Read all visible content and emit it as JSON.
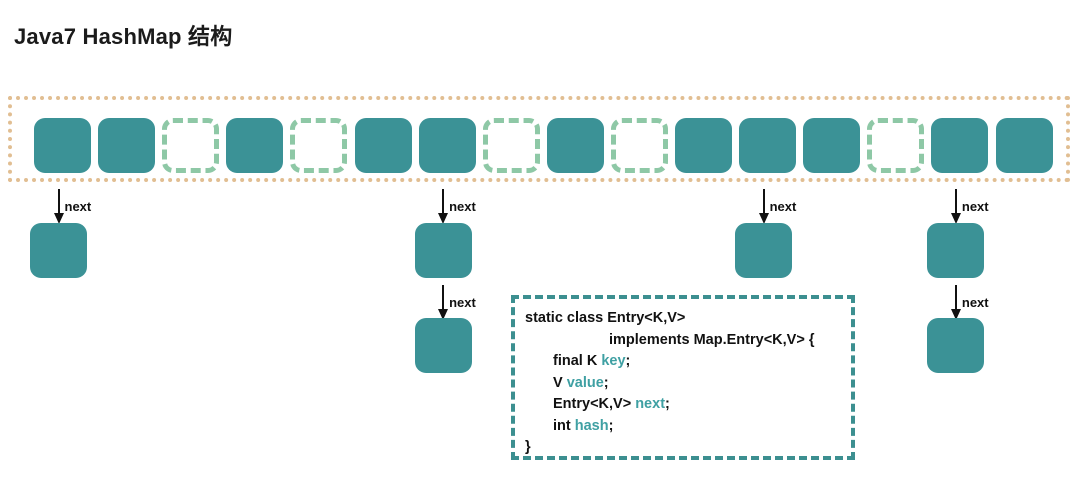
{
  "page": {
    "title": "Java7 HashMap 结构",
    "background": "#ffffff"
  },
  "colors": {
    "node_fill": "#3b9296",
    "empty_slot_border": "#8ec8a6",
    "array_border": "#e1be92",
    "code_border": "#3c8f90",
    "code_identifier": "#3fa0a3",
    "text": "#111111"
  },
  "array": {
    "label": "bucket-array",
    "slot_count": 16,
    "slots": [
      {
        "index": 0,
        "state": "filled"
      },
      {
        "index": 1,
        "state": "filled"
      },
      {
        "index": 2,
        "state": "empty"
      },
      {
        "index": 3,
        "state": "filled"
      },
      {
        "index": 4,
        "state": "empty"
      },
      {
        "index": 5,
        "state": "filled"
      },
      {
        "index": 6,
        "state": "filled"
      },
      {
        "index": 7,
        "state": "empty"
      },
      {
        "index": 8,
        "state": "filled"
      },
      {
        "index": 9,
        "state": "empty"
      },
      {
        "index": 10,
        "state": "filled"
      },
      {
        "index": 11,
        "state": "filled"
      },
      {
        "index": 12,
        "state": "filled"
      },
      {
        "index": 13,
        "state": "empty"
      },
      {
        "index": 14,
        "state": "filled"
      },
      {
        "index": 15,
        "state": "filled"
      }
    ]
  },
  "chains": [
    {
      "slot_index": 0,
      "node_count": 1,
      "arrow_labels": [
        "next"
      ]
    },
    {
      "slot_index": 6,
      "node_count": 2,
      "arrow_labels": [
        "next",
        "next"
      ]
    },
    {
      "slot_index": 11,
      "node_count": 1,
      "arrow_labels": [
        "next"
      ]
    },
    {
      "slot_index": 14,
      "node_count": 2,
      "arrow_labels": [
        "next",
        "next"
      ]
    }
  ],
  "arrow_label": "next",
  "code": {
    "lines": [
      {
        "indent": 0,
        "parts": [
          {
            "t": "static class Entry<K,V>",
            "k": "plain"
          }
        ]
      },
      {
        "indent": 2,
        "parts": [
          {
            "t": "implements Map.Entry<K,V> {",
            "k": "plain"
          }
        ]
      },
      {
        "indent": 1,
        "parts": [
          {
            "t": "final K ",
            "k": "plain"
          },
          {
            "t": "key",
            "k": "ident"
          },
          {
            "t": ";",
            "k": "plain"
          }
        ]
      },
      {
        "indent": 1,
        "parts": [
          {
            "t": "V ",
            "k": "plain"
          },
          {
            "t": "value",
            "k": "ident"
          },
          {
            "t": ";",
            "k": "plain"
          }
        ]
      },
      {
        "indent": 1,
        "parts": [
          {
            "t": "Entry<K,V> ",
            "k": "plain"
          },
          {
            "t": "next",
            "k": "ident"
          },
          {
            "t": ";",
            "k": "plain"
          }
        ]
      },
      {
        "indent": 1,
        "parts": [
          {
            "t": "int ",
            "k": "plain"
          },
          {
            "t": "hash",
            "k": "ident"
          },
          {
            "t": ";",
            "k": "plain"
          }
        ]
      },
      {
        "indent": 0,
        "parts": [
          {
            "t": "}",
            "k": "plain"
          }
        ]
      }
    ]
  }
}
